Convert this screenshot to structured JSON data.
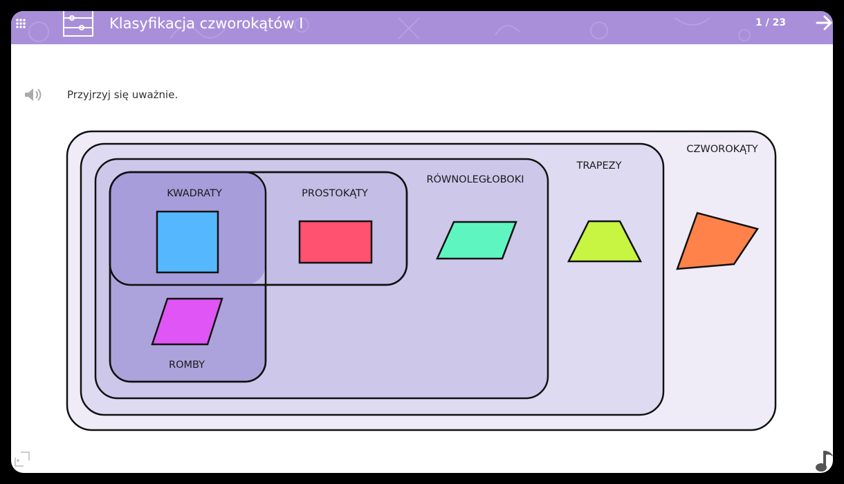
{
  "header": {
    "title": "Klasyfikacja czworokątów I",
    "page_counter": "1 / 23"
  },
  "instruction": "Przyjrzyj się uważnie.",
  "diagram": {
    "sets": {
      "czworokaty": "CZWOROKĄTY",
      "trapezy": "TRAPEZY",
      "rownoleglooboki": "RÓWNOLEGŁOBOKI",
      "prostokaty": "PROSTOKĄTY",
      "kwadraty": "KWADRATY",
      "romby": "ROMBY"
    },
    "shape_colors": {
      "square": "#55b8ff",
      "rectangle": "#ff5170",
      "parallelogram": "#5ff5c0",
      "trapezoid": "#c7f542",
      "quadrilateral": "#ff824a",
      "rhombus": "#e055f5"
    }
  },
  "icons": {
    "menu": "menu-grid-icon",
    "abacus": "abacus-icon",
    "next": "arrow-right-icon",
    "speaker": "speaker-icon",
    "expand": "expand-icon",
    "music": "music-note-icon"
  }
}
